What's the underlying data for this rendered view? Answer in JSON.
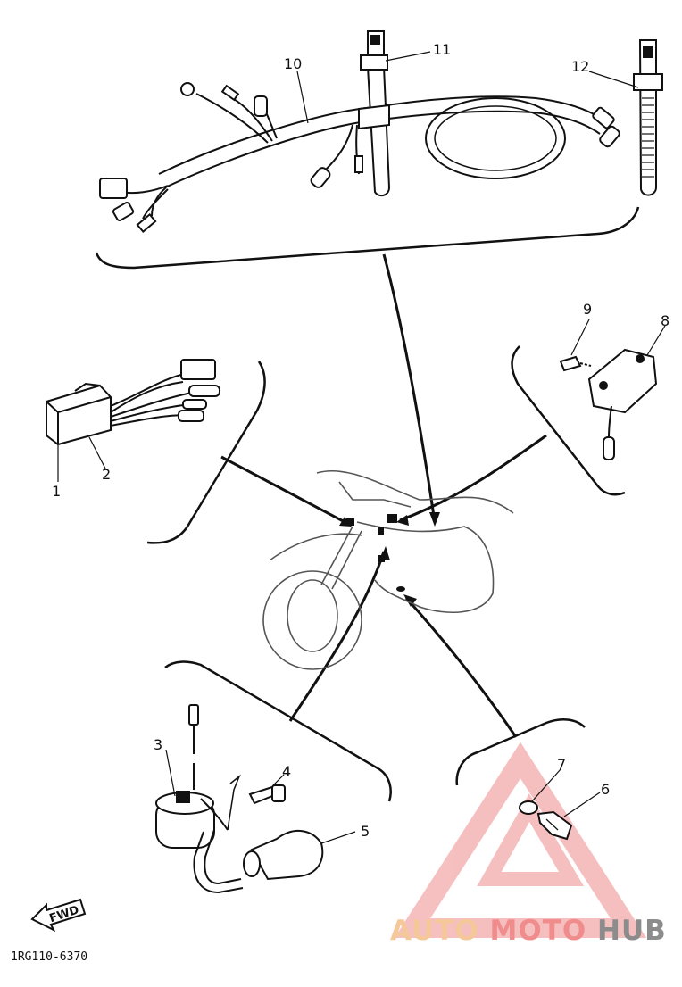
{
  "diagram": {
    "callouts": [
      "1",
      "2",
      "3",
      "4",
      "5",
      "6",
      "7",
      "8",
      "9",
      "10",
      "11",
      "12"
    ],
    "fwd_label": "FWD",
    "drawing_code": "1RG110-6370"
  },
  "watermark": {
    "part1": "AUTO",
    "part2": "MOTO",
    "part3": "HUB",
    "colors": {
      "auto": "#f5c89a",
      "moto": "#f08c8c",
      "hub": "#8c8c8c",
      "triangle": "#f08c8c"
    }
  }
}
